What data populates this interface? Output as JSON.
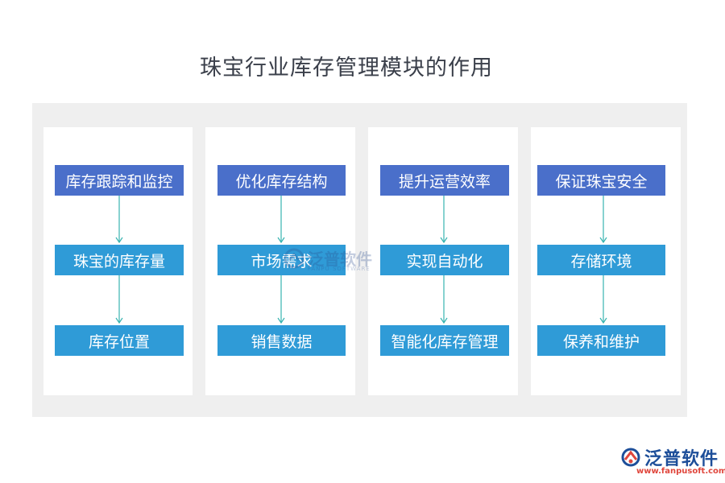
{
  "title": "珠宝行业库存管理模块的作用",
  "columns": [
    {
      "head": "库存跟踪和监控",
      "items": [
        "珠宝的库存量",
        "库存位置"
      ]
    },
    {
      "head": "优化库存结构",
      "items": [
        "市场需求",
        "销售数据"
      ]
    },
    {
      "head": "提升运营效率",
      "items": [
        "实现自动化",
        "智能化库存管理"
      ]
    },
    {
      "head": "保证珠宝安全",
      "items": [
        "存储环境",
        "保养和维护"
      ]
    }
  ],
  "watermark": {
    "name": "泛普软件",
    "sub": "FANPU SOFTWARE",
    "icon": "fanpu-logo-icon"
  },
  "brand": {
    "name": "泛普软件",
    "url": "www.fanpusoft.com",
    "icon": "fanpu-logo-icon"
  },
  "colors": {
    "head_box": "#4a6fca",
    "sub_box": "#2f9bd7",
    "arrow": "#37b3b0",
    "panel": "#efefef"
  }
}
